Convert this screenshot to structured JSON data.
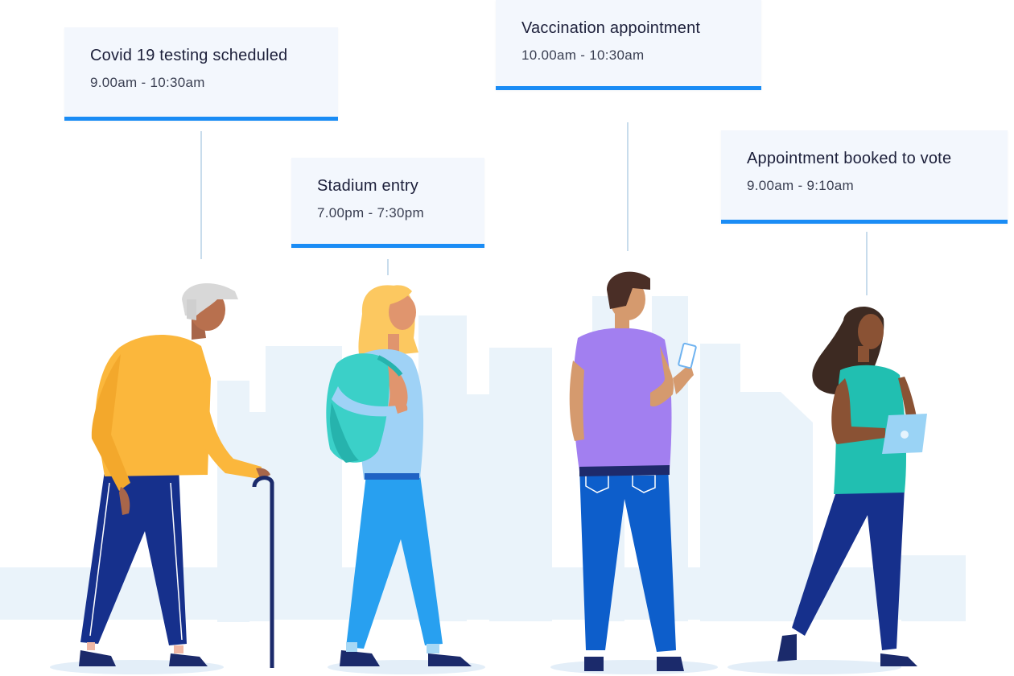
{
  "appointments": [
    {
      "title": "Covid 19 testing scheduled",
      "time": "9.00am - 10:30am"
    },
    {
      "title": "Stadium entry",
      "time": "7.00pm - 7:30pm"
    },
    {
      "title": "Vaccination appointment",
      "time": "10.00am - 10:30am"
    },
    {
      "title": "Appointment booked to vote",
      "time": "9.00am - 9:10am"
    }
  ],
  "colors": {
    "accent": "#1a8cf5",
    "card_bg": "#f3f7fd",
    "skyline": "#eaf3fa",
    "connector": "#c8dcec"
  },
  "people": [
    {
      "name": "elderly-man-with-cane"
    },
    {
      "name": "woman-with-backpack"
    },
    {
      "name": "man-looking-at-phone"
    },
    {
      "name": "woman-holding-tablet"
    }
  ]
}
